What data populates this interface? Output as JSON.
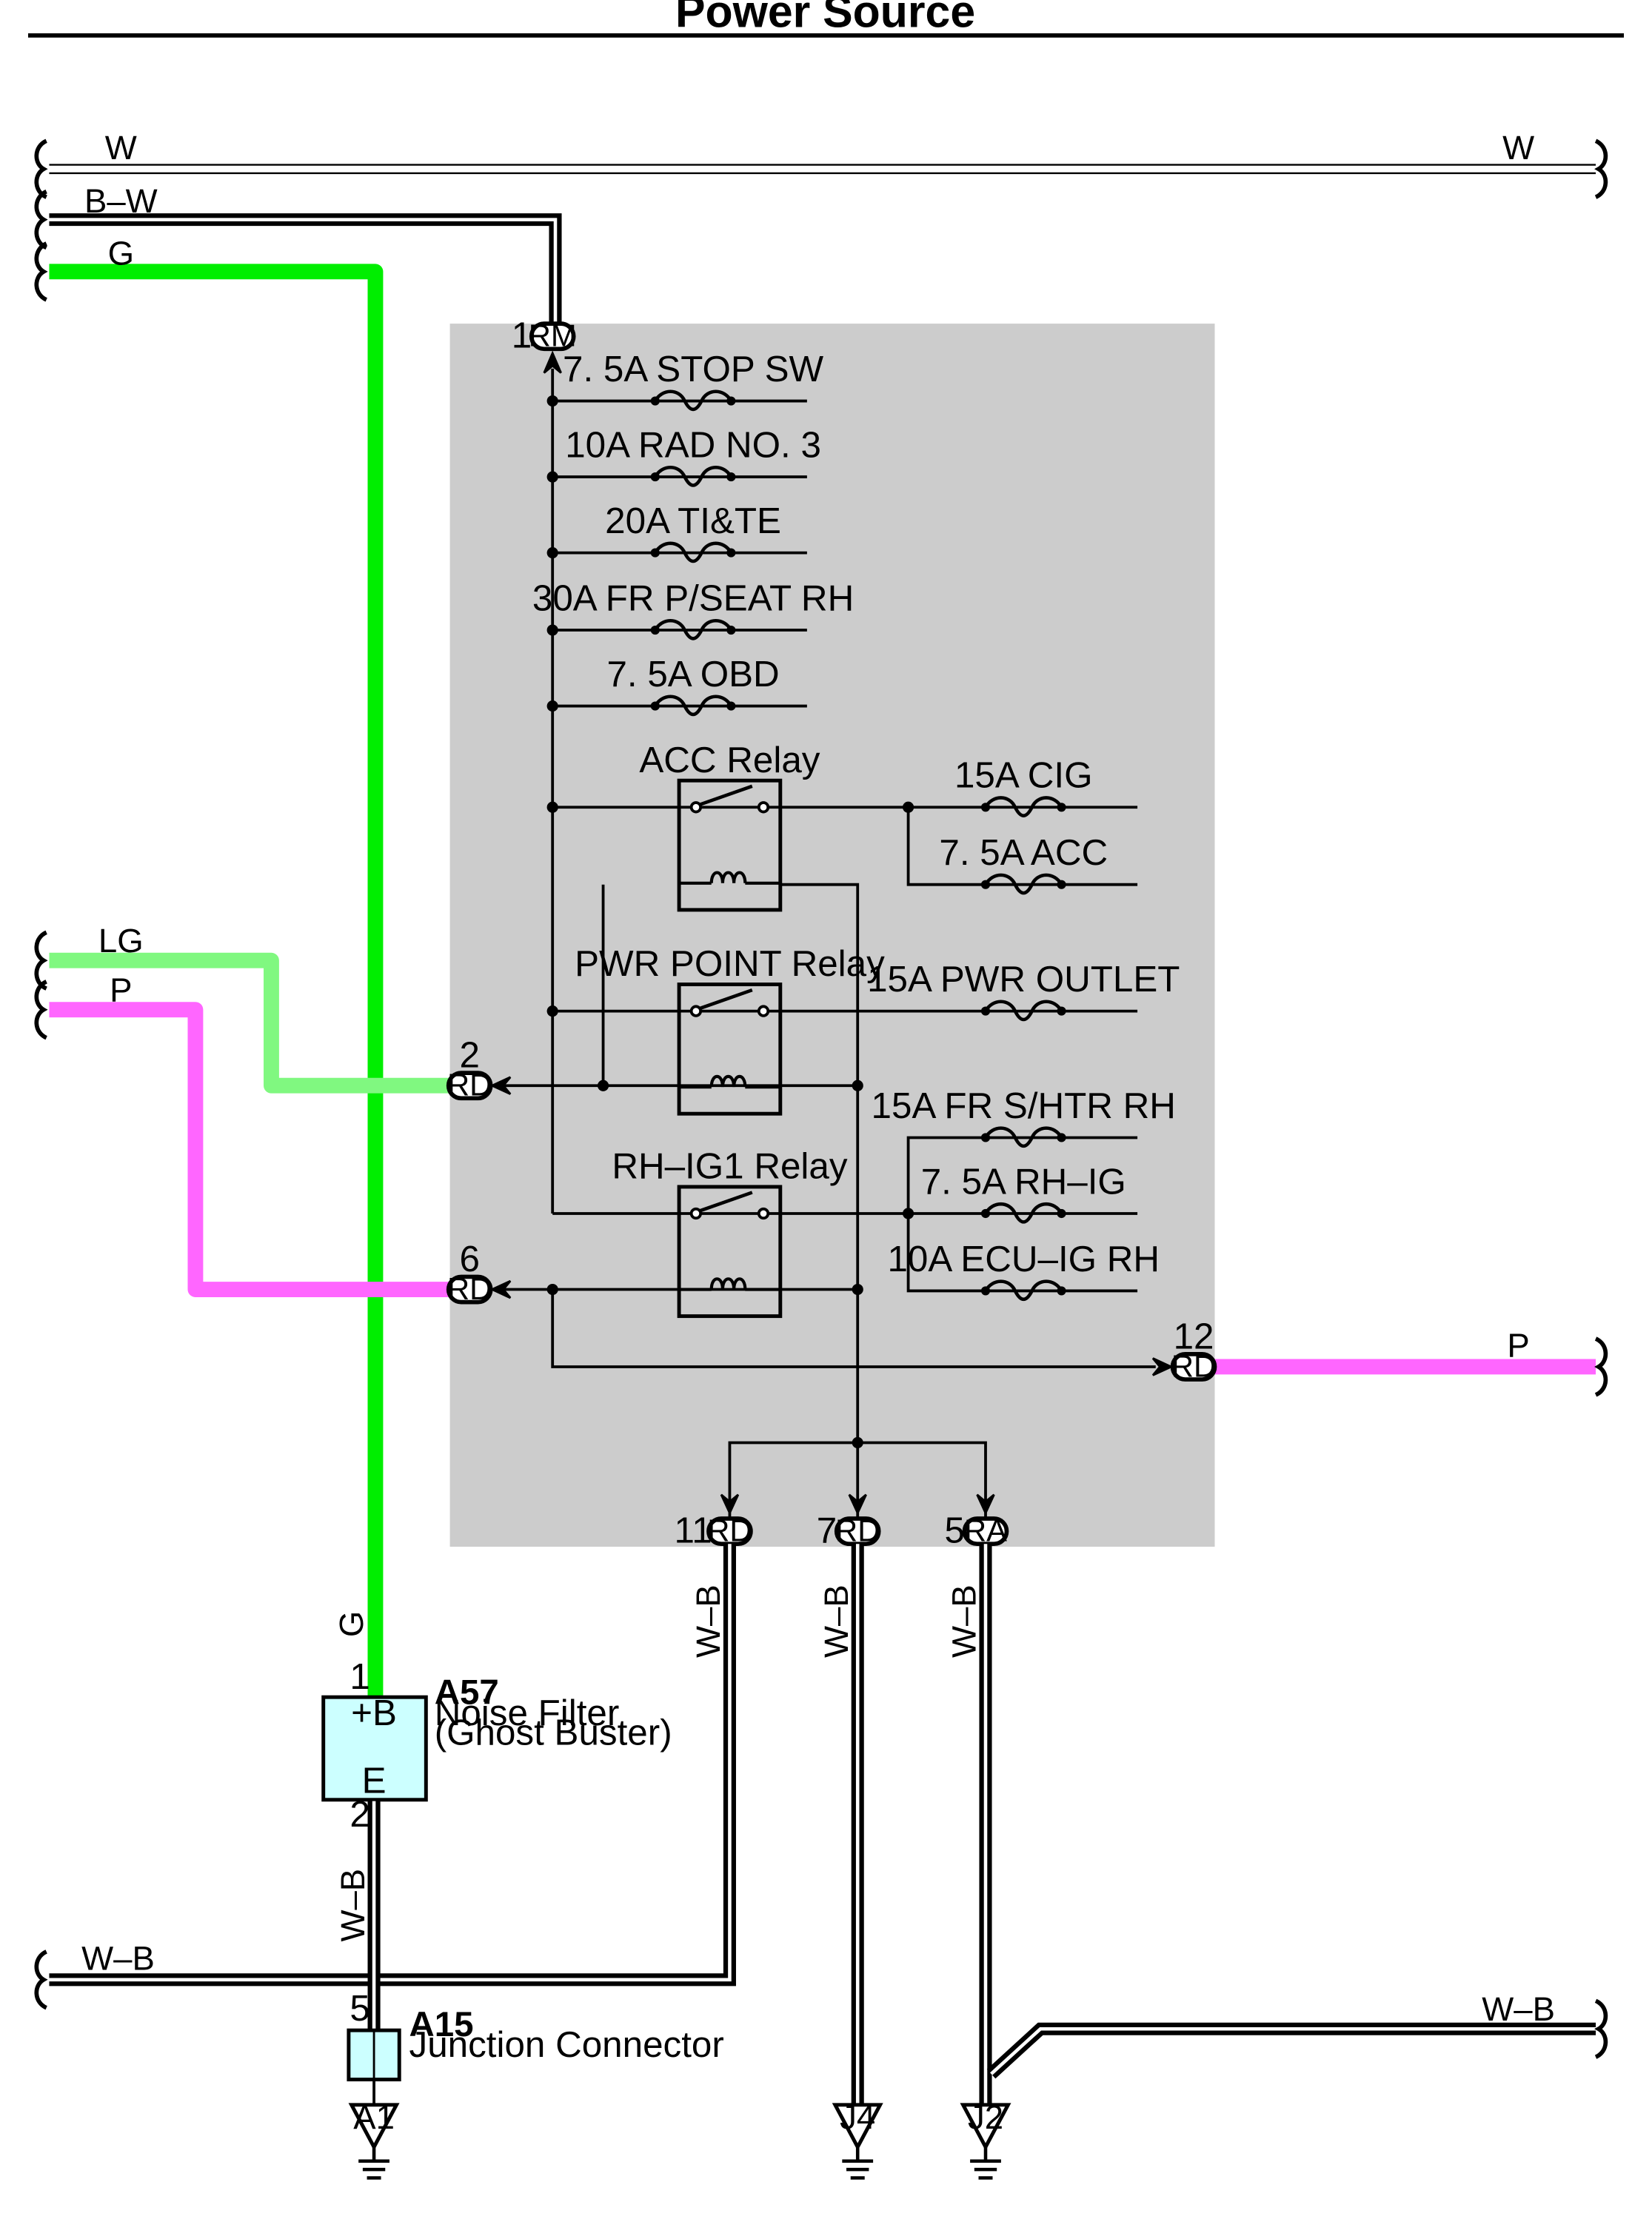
{
  "title": "Power Source",
  "colors": {
    "green": "#00ee00",
    "light_green": "#80f880",
    "pink": "#ff66ff",
    "junction_box": "#cccccc",
    "component_fill": "#ccffff"
  },
  "wires": {
    "w_left": "W",
    "w_right": "W",
    "bw": "B–W",
    "g_top": "G",
    "lg": "LG",
    "p_left": "P",
    "p_right": "P",
    "g_vert": "G",
    "wb_11": "W–B",
    "wb_7": "W–B",
    "wb_5": "W–B",
    "wb_filter": "W–B",
    "wb_bottom_left": "W–B",
    "wb_bottom_right": "W–B"
  },
  "fuses": {
    "stop_sw": "7. 5A STOP SW",
    "rad3": "10A RAD NO. 3",
    "tite": "20A TI&TE",
    "pseat": "30A FR P/SEAT RH",
    "obd": "7. 5A OBD",
    "cig": "15A CIG",
    "acc": "7. 5A ACC",
    "pwr_outlet": "15A PWR OUTLET",
    "shtr": "15A FR S/HTR RH",
    "rhig": "7. 5A RH–IG",
    "ecuig": "10A ECU–IG RH"
  },
  "relays": {
    "acc": "ACC Relay",
    "pwr_point": "PWR POINT Relay",
    "rh_ig1": "RH–IG1 Relay"
  },
  "connectors": {
    "rm1": {
      "pin": "1",
      "code": "RM"
    },
    "rd2": {
      "pin": "2",
      "code": "RD"
    },
    "rd6": {
      "pin": "6",
      "code": "RD"
    },
    "rd12": {
      "pin": "12",
      "code": "RD"
    },
    "rd11": {
      "pin": "11",
      "code": "RD"
    },
    "rd7": {
      "pin": "7",
      "code": "RD"
    },
    "ra5": {
      "pin": "5",
      "code": "RA"
    }
  },
  "noise_filter": {
    "code": "A57",
    "name_line1": "Noise Filter",
    "name_line2": "(Ghost Buster)",
    "terminal_b": "+B",
    "terminal_e": "E",
    "pin_in": "1",
    "pin_out": "2"
  },
  "junction_connector": {
    "code": "A15",
    "name": "Junction Connector",
    "pin": "5"
  },
  "grounds": {
    "a1": "A1",
    "j4": "J4",
    "j2": "J2"
  }
}
